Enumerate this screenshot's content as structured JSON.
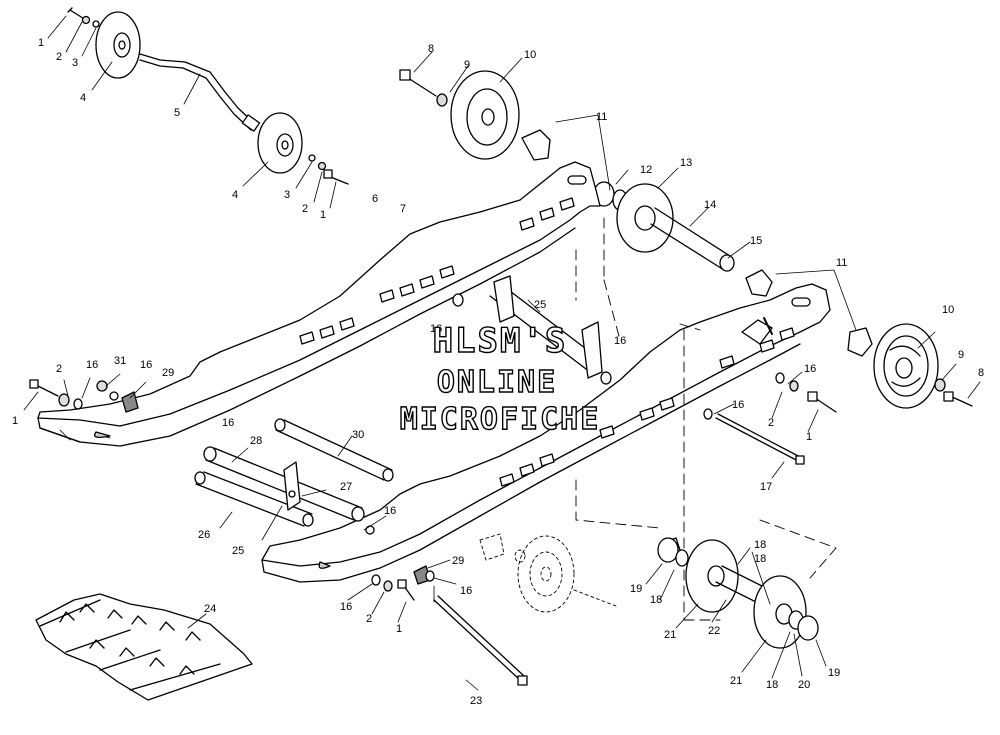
{
  "watermark": {
    "line1": "HLSM'S",
    "line2": "ONLINE",
    "line3": "MICROFICHE"
  },
  "callouts": {
    "c1a": "1",
    "c2a": "2",
    "c3a": "3",
    "c4a": "4",
    "c5": "5",
    "c4b": "4",
    "c3b": "3",
    "c2b": "2",
    "c1b": "1",
    "c8a": "8",
    "c9a": "9",
    "c10a": "10",
    "c11a": "11",
    "c12": "12",
    "c13": "13",
    "c14": "14",
    "c15": "15",
    "c6": "6",
    "c7": "7",
    "c11b": "11",
    "c10b": "10",
    "c9b": "9",
    "c8b": "8",
    "c25a": "25",
    "c16a": "16",
    "c16b": "16",
    "c16c": "16",
    "c16d": "16",
    "c16e": "16",
    "c16f": "16",
    "c16g": "16",
    "c16h": "16",
    "c1c": "1",
    "c2c": "2",
    "c31": "31",
    "c29a": "29",
    "c28": "28",
    "c30": "30",
    "c27": "27",
    "c26": "26",
    "c25b": "25",
    "c29b": "29",
    "c2d": "2",
    "c1d": "1",
    "c2e": "2",
    "c1e": "1",
    "c17": "17",
    "c18a": "18",
    "c18b": "18",
    "c18c": "18",
    "c19a": "19",
    "c19b": "19",
    "c21a": "21",
    "c21b": "21",
    "c22": "22",
    "c20": "20",
    "c24": "24",
    "c23": "23"
  }
}
